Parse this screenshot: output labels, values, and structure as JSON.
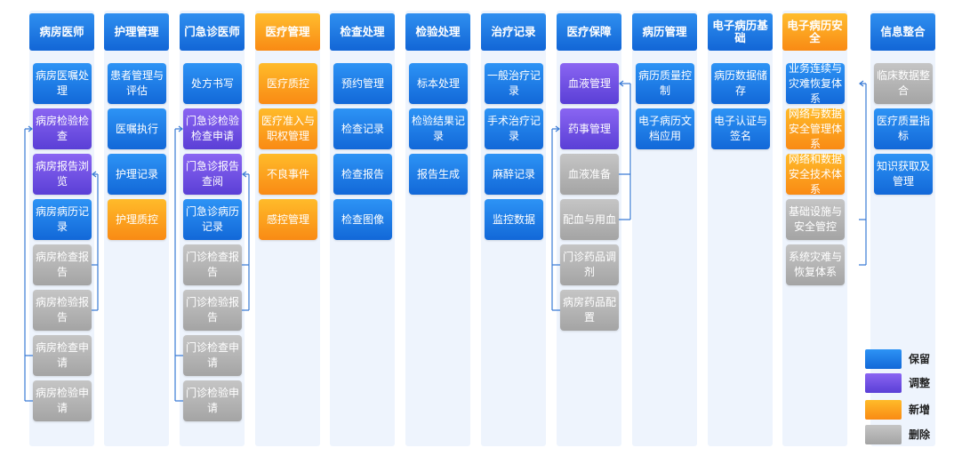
{
  "colors": {
    "keep": "#1a78e6",
    "adjust": "#6a4ae0",
    "new": "#fb9a1d",
    "delete": "#b3b3b3"
  },
  "columns": [
    {
      "title": "病房医师",
      "head": "blue",
      "items": [
        {
          "label": "病房医嘱处理",
          "kind": "blue"
        },
        {
          "label": "病房检验检查",
          "kind": "purple"
        },
        {
          "label": "病房报告浏览",
          "kind": "purple"
        },
        {
          "label": "病房病历记录",
          "kind": "blue"
        },
        {
          "label": "病房检查报告",
          "kind": "gray"
        },
        {
          "label": "病房检验报告",
          "kind": "gray"
        },
        {
          "label": "病房检查申请",
          "kind": "gray"
        },
        {
          "label": "病房检验申请",
          "kind": "gray"
        }
      ]
    },
    {
      "title": "护理管理",
      "head": "blue",
      "items": [
        {
          "label": "患者管理与评估",
          "kind": "blue"
        },
        {
          "label": "医嘱执行",
          "kind": "blue"
        },
        {
          "label": "护理记录",
          "kind": "blue"
        },
        {
          "label": "护理质控",
          "kind": "orange"
        }
      ]
    },
    {
      "title": "门急诊医师",
      "head": "blue",
      "items": [
        {
          "label": "处方书写",
          "kind": "blue"
        },
        {
          "label": "门急诊检验检查申请",
          "kind": "purple"
        },
        {
          "label": "门急诊报告查阅",
          "kind": "purple"
        },
        {
          "label": "门急诊病历记录",
          "kind": "blue"
        },
        {
          "label": "门诊检查报告",
          "kind": "gray"
        },
        {
          "label": "门诊检验报告",
          "kind": "gray"
        },
        {
          "label": "门诊检查申请",
          "kind": "gray"
        },
        {
          "label": "门诊检验申请",
          "kind": "gray"
        }
      ]
    },
    {
      "title": "医疗管理",
      "head": "orange",
      "items": [
        {
          "label": "医疗质控",
          "kind": "orange"
        },
        {
          "label": "医疗准入与职权管理",
          "kind": "orange"
        },
        {
          "label": "不良事件",
          "kind": "orange"
        },
        {
          "label": "感控管理",
          "kind": "orange"
        }
      ]
    },
    {
      "title": "检查处理",
      "head": "blue",
      "items": [
        {
          "label": "预约管理",
          "kind": "blue"
        },
        {
          "label": "检查记录",
          "kind": "blue"
        },
        {
          "label": "检查报告",
          "kind": "blue"
        },
        {
          "label": "检查图像",
          "kind": "blue"
        }
      ]
    },
    {
      "title": "检验处理",
      "head": "blue",
      "items": [
        {
          "label": "标本处理",
          "kind": "blue"
        },
        {
          "label": "检验结果记录",
          "kind": "blue"
        },
        {
          "label": "报告生成",
          "kind": "blue"
        }
      ]
    },
    {
      "title": "治疗记录",
      "head": "blue",
      "items": [
        {
          "label": "一般治疗记录",
          "kind": "blue"
        },
        {
          "label": "手术治疗记录",
          "kind": "blue"
        },
        {
          "label": "麻醉记录",
          "kind": "blue"
        },
        {
          "label": "监控数据",
          "kind": "blue"
        }
      ]
    },
    {
      "title": "医疗保障",
      "head": "blue",
      "items": [
        {
          "label": "血液管理",
          "kind": "purple"
        },
        {
          "label": "药事管理",
          "kind": "purple"
        },
        {
          "label": "血液准备",
          "kind": "gray"
        },
        {
          "label": "配血与用血",
          "kind": "gray"
        },
        {
          "label": "门诊药品调剂",
          "kind": "gray"
        },
        {
          "label": "病房药品配置",
          "kind": "gray"
        }
      ]
    },
    {
      "title": "病历管理",
      "head": "blue",
      "items": [
        {
          "label": "病历质量控制",
          "kind": "blue"
        },
        {
          "label": "电子病历文档应用",
          "kind": "blue"
        }
      ]
    },
    {
      "title": "电子病历基础",
      "head": "blue",
      "items": [
        {
          "label": "病历数据储存",
          "kind": "blue"
        },
        {
          "label": "电子认证与签名",
          "kind": "blue"
        }
      ]
    },
    {
      "title": "电子病历安全",
      "head": "orange",
      "items": [
        {
          "label": "业务连续与灾难恢复体系",
          "kind": "blue"
        },
        {
          "label": "网络与数据安全管理体系",
          "kind": "orange"
        },
        {
          "label": "网络和数据安全技术体系",
          "kind": "orange"
        },
        {
          "label": "基础设施与安全管控",
          "kind": "gray"
        },
        {
          "label": "系统灾难与恢复体系",
          "kind": "gray"
        }
      ]
    },
    {
      "title": "信息整合",
      "head": "blue",
      "items": [
        {
          "label": "临床数据整合",
          "kind": "gray"
        },
        {
          "label": "医疗质量指标",
          "kind": "blue"
        },
        {
          "label": "知识获取及管理",
          "kind": "blue"
        }
      ]
    }
  ],
  "legend": [
    {
      "label": "保留",
      "kind": "blue"
    },
    {
      "label": "调整",
      "kind": "purple"
    },
    {
      "label": "新增",
      "kind": "orange"
    },
    {
      "label": "删除",
      "kind": "gray"
    }
  ]
}
